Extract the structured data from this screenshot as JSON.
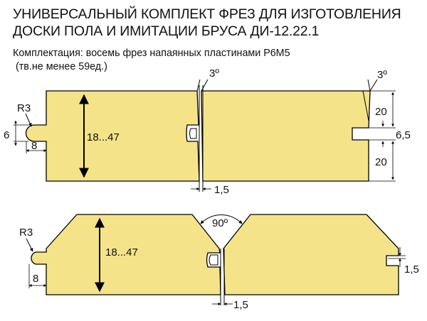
{
  "title_line1": "УНИВЕРСАЛЬНЫЙ КОМПЛЕКТ ФРЕЗ ДЛЯ ИЗГОТОВЛЕНИЯ",
  "title_line2": "ДОСКИ ПОЛА И ИМИТАЦИИ БРУСА ДИ-12.22.1",
  "subtitle_line1": "Комплектация: восемь фрез напаянных пластинами Р6М5",
  "subtitle_line2": "(тв.не менее 59ед.)",
  "colors": {
    "board_fill": "#f5e38a",
    "outline": "#000000"
  },
  "top_profile": {
    "radius_label": "R3",
    "groove_height": "6",
    "groove_depth": "8",
    "thickness_range": "18...47",
    "angle_left": "3º",
    "angle_right": "3º",
    "gap_label": "1,5",
    "right_top_dim": "20",
    "right_mid_dim": "6,5",
    "right_bottom_dim": "20"
  },
  "bottom_profile": {
    "radius_label": "R3",
    "groove_depth": "8",
    "thickness_range": "18...47",
    "chamfer_angle": "90º",
    "gap_label": "1,5",
    "right_dim": "1,5"
  }
}
